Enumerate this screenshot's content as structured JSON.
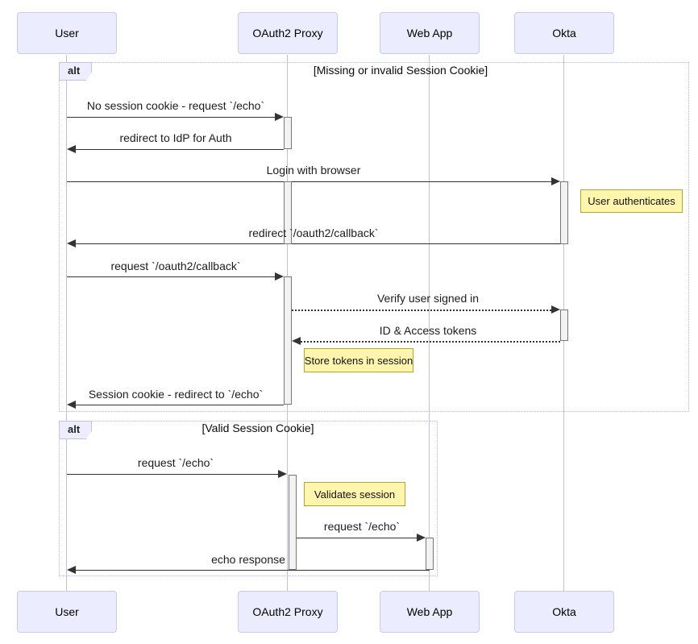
{
  "diagram": {
    "type": "sequence-diagram",
    "colors": {
      "bg": "#ffffff",
      "actor_fill": "#ECECFF",
      "actor_border": "#C9C9F0",
      "lifeline": "#BEBEE6",
      "frame_border": "#B6B6E4",
      "label_fill": "#EDEDFF",
      "label_border": "#C2C2E8",
      "note_fill": "#FFF5AD",
      "note_border": "#AAAA33",
      "activation_fill": "#F2F2F2",
      "activation_border": "#777777",
      "line": "#333333",
      "text": "#1c1c1c"
    },
    "participants": [
      {
        "name": "User"
      },
      {
        "name": "OAuth2 Proxy"
      },
      {
        "name": "Web App"
      },
      {
        "name": "Okta"
      }
    ],
    "frames": [
      {
        "label": "alt",
        "condition": "[Missing or invalid Session Cookie]"
      },
      {
        "label": "alt",
        "condition": "[Valid Session Cookie]"
      }
    ],
    "messages": [
      {
        "from": "User",
        "to": "OAuth2 Proxy",
        "style": "solid",
        "text": "No session cookie - request `/echo`"
      },
      {
        "from": "OAuth2 Proxy",
        "to": "User",
        "style": "solid",
        "text": "redirect to IdP for Auth"
      },
      {
        "from": "User",
        "to": "Okta",
        "style": "solid",
        "text": "Login with browser"
      },
      {
        "from": "Okta",
        "to": "User",
        "style": "solid",
        "text": "redirect `/oauth2/callback`"
      },
      {
        "from": "User",
        "to": "OAuth2 Proxy",
        "style": "solid",
        "text": "request `/oauth2/callback`"
      },
      {
        "from": "OAuth2 Proxy",
        "to": "Okta",
        "style": "dotted",
        "text": "Verify user signed in"
      },
      {
        "from": "Okta",
        "to": "OAuth2 Proxy",
        "style": "dotted",
        "text": "ID & Access tokens"
      },
      {
        "from": "OAuth2 Proxy",
        "to": "User",
        "style": "solid",
        "text": "Session cookie - redirect to `/echo`"
      },
      {
        "from": "User",
        "to": "OAuth2 Proxy",
        "style": "solid",
        "text": "request `/echo`"
      },
      {
        "from": "OAuth2 Proxy",
        "to": "Web App",
        "style": "solid",
        "text": "request `/echo`"
      },
      {
        "from": "Web App",
        "to": "User",
        "style": "solid",
        "text": "echo response"
      }
    ],
    "notes": [
      {
        "position": "right of Okta",
        "text": "User authenticates"
      },
      {
        "position": "right of OAuth2 Proxy",
        "text": "Store tokens in session"
      },
      {
        "position": "right of OAuth2 Proxy",
        "text": "Validates session"
      }
    ]
  }
}
